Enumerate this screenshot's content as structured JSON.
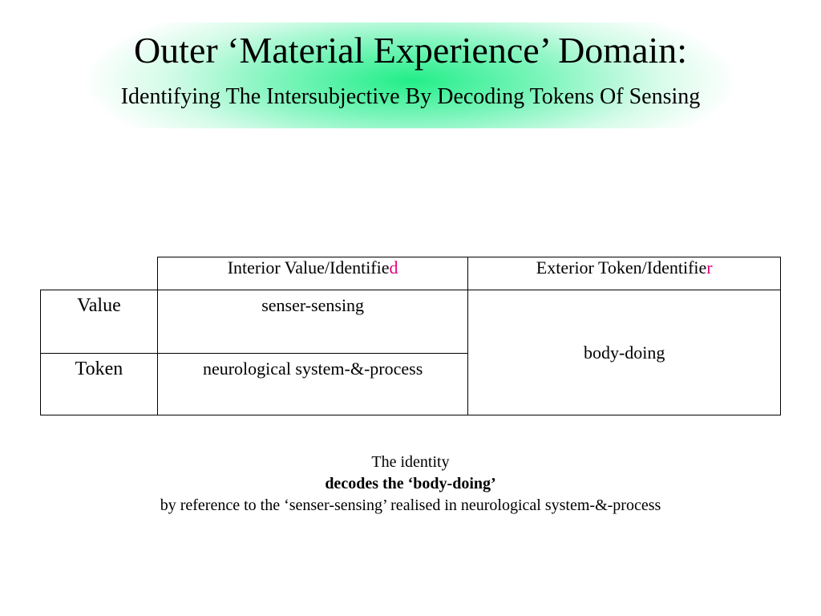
{
  "title": {
    "main": "Outer ‘Material Experience’ Domain:",
    "subtitle": "Identifying The Intersubjective By Decoding Tokens Of Sensing"
  },
  "table": {
    "headers": {
      "interior_prefix": "Interior Value/Identifie",
      "interior_accent": "d",
      "exterior_prefix": "Exterior Token/Identifie",
      "exterior_accent": "r"
    },
    "rows": [
      {
        "label": "Value",
        "interior": "senser-sensing"
      },
      {
        "label": "Token",
        "interior": "neurological system-&-process"
      }
    ],
    "exterior_merged": "body-doing"
  },
  "caption": {
    "line1": "The identity",
    "line2": "decodes the ‘body-doing’",
    "line3": "by reference to the ‘senser-sensing’ realised in neurological system-&-process"
  },
  "colors": {
    "banner_green": "#22ee88",
    "accent_magenta": "#e6007e"
  }
}
